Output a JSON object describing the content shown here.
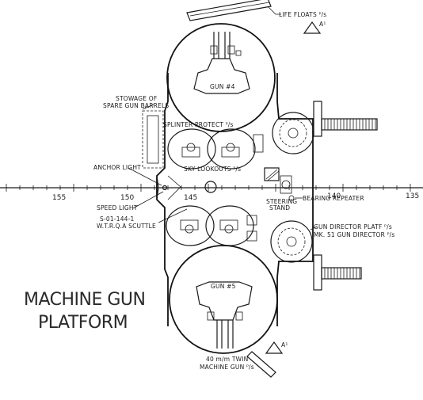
{
  "title_line1": "MACHINE GUN",
  "title_line2": "PLATFORM",
  "labels": {
    "life_floats": "LIFE FLOATS ᴾ/s",
    "stowage_1": "STOWAGE OF",
    "stowage_2": "SPARE GUN BARRELS",
    "splinter_protect": "SPLINTER PROTECT ᴾ/s",
    "sky_lookouts": "SKY LOOKOUTS ᴾ/s",
    "anchor_light": "ANCHOR LIGHT",
    "speed_light": "SPEED LIGHT",
    "scuttle_1": "S-01-144-1",
    "scuttle_2": "W.T.R.Q.A SCUTTLE",
    "steering_stand_1": "STEERING",
    "steering_stand_2": "STAND",
    "bearing_repeater": "BEARING REPEATER",
    "gun_director_platf": "GUN DIRECTOR PLATF ᴾ/s",
    "mk51": "MK. 51 GUN DIRECTOR ᴾ/s",
    "gun4": "GUN #4",
    "gun5": "GUN #5",
    "twin_1": "40 m/m TWIN",
    "twin_2": "MACHINE GUN ᴾ/s",
    "section_mark": "A¹"
  },
  "frames": [
    "155",
    "150",
    "145",
    "140",
    "135"
  ]
}
